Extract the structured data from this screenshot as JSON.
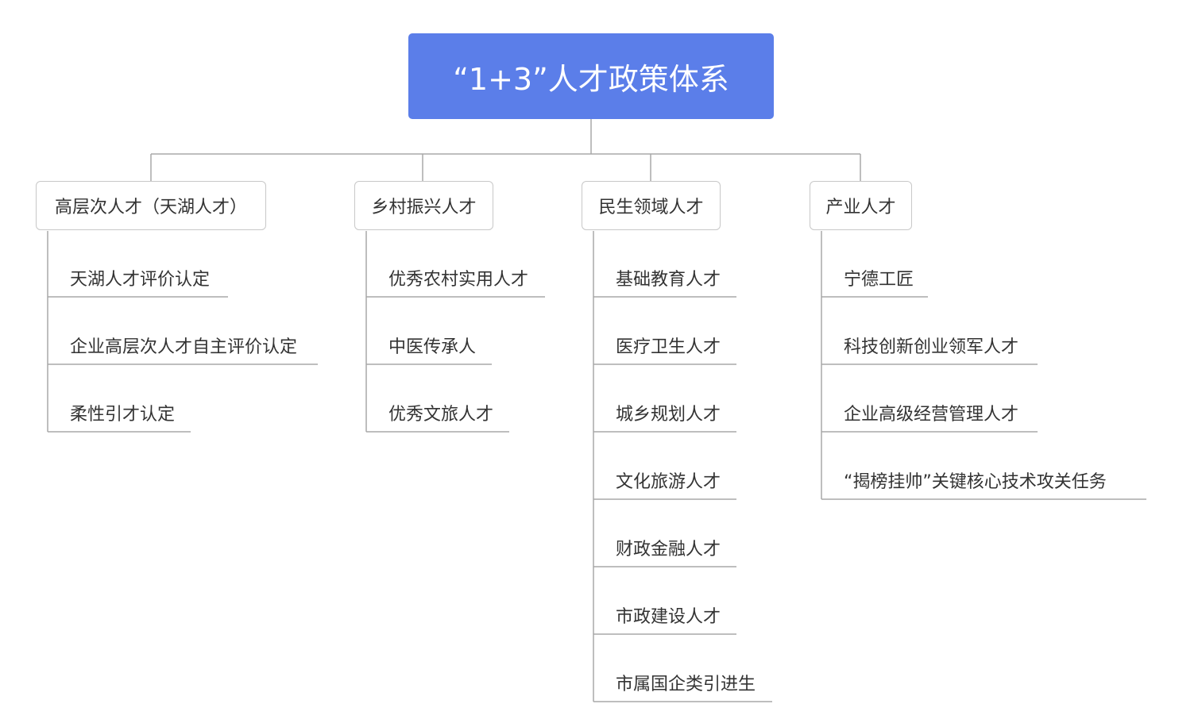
{
  "root": {
    "label": "“1+3”人才政策体系"
  },
  "branches": [
    {
      "label": "高层次人才（天湖人才）",
      "items": [
        "天湖人才评价认定",
        "企业高层次人才自主评价认定",
        "柔性引才认定"
      ]
    },
    {
      "label": "乡村振兴人才",
      "items": [
        "优秀农村实用人才",
        "中医传承人",
        "优秀文旅人才"
      ]
    },
    {
      "label": "民生领域人才",
      "items": [
        "基础教育人才",
        "医疗卫生人才",
        "城乡规划人才",
        "文化旅游人才",
        "财政金融人才",
        "市政建设人才",
        "市属国企类引进生"
      ]
    },
    {
      "label": "产业人才",
      "items": [
        "宁德工匠",
        "科技创新创业领军人才",
        "企业高级经营管理人才",
        "“揭榜挂帅”关键核心技术攻关任务"
      ]
    }
  ],
  "colors": {
    "root_fill": "#5b7ee9",
    "root_text": "#ffffff",
    "line": "#a8a8a8",
    "text": "#333333",
    "box_border": "#c8c8c8"
  }
}
